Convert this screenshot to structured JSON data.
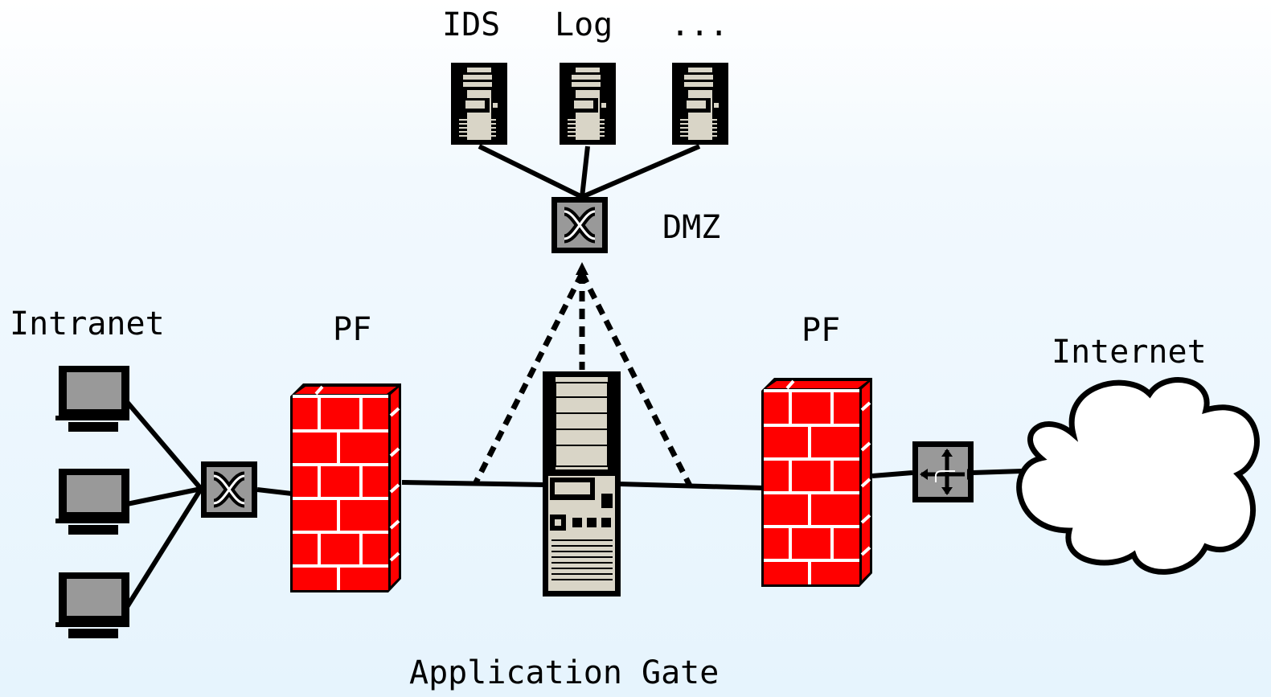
{
  "labels": {
    "ids": "IDS",
    "log": "Log",
    "more": "...",
    "dmz": "DMZ",
    "intranet": "Intranet",
    "pf_left": "PF",
    "pf_right": "PF",
    "internet": "Internet",
    "app_gate": "Application Gate"
  },
  "colors": {
    "firewall_red": "#ff0000",
    "device_gray": "#999999",
    "server_beige": "#d9d5c7",
    "background": "#e6f4fd"
  },
  "icons": [
    "server-icon",
    "switch-icon",
    "router-icon",
    "firewall-icon",
    "monitor-icon",
    "cloud-icon"
  ]
}
